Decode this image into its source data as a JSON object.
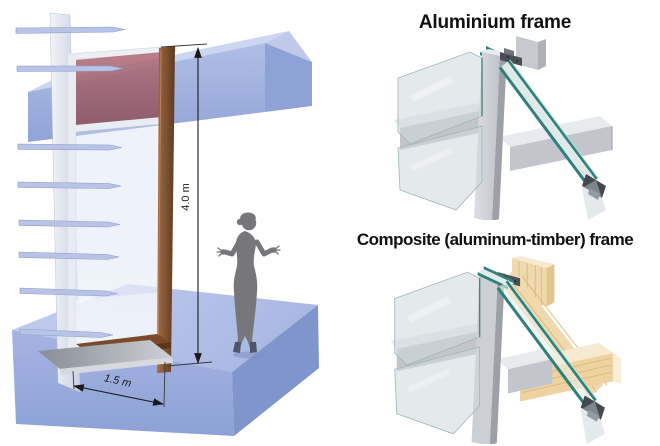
{
  "facade_diagram": {
    "height_dimension_label": "4.0 m",
    "width_dimension_label": "1.5 m"
  },
  "frame_details": {
    "aluminium_title": "Aluminium frame",
    "composite_title": "Composite (aluminum-timber) frame"
  },
  "colors": {
    "title-text": "#111111",
    "dimension-line": "#1a1a1a",
    "slab-blue": "#9fb0dd",
    "slab-blue-light": "#c7d1ef",
    "slab-blue-dark": "#8296cd",
    "spandrel-red-light": "#b06f7a",
    "spandrel-red-dark": "#8f525d",
    "timber-brown-light": "#a06a42",
    "timber-brown-dark": "#5e3a20",
    "aluminum-gray": "#c9ccd1",
    "glass-edge-teal": "#2f7f7a",
    "timber-light": "#f0d9ad",
    "figure-gray": "#76767b"
  }
}
